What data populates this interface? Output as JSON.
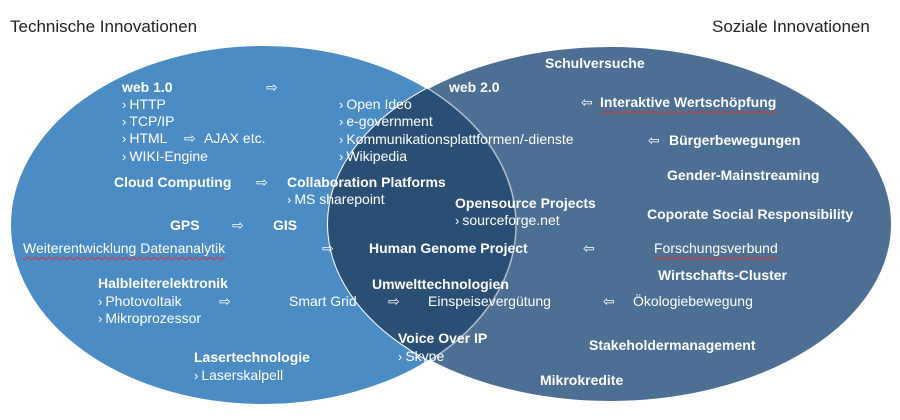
{
  "titles": {
    "left": "Technische Innovationen",
    "right": "Soziale Innovationen"
  },
  "colors": {
    "left_circle": "#4b8cc4",
    "right_circle": "#4c6f94",
    "overlap": "#2a4f74",
    "text": "#ffffff",
    "squiggle": "#d8332b"
  },
  "arrow_glyphs": {
    "right": "⇨",
    "left": "⇦"
  },
  "left": {
    "web10": {
      "heading": "web 1.0",
      "items": [
        "HTTP",
        "TCP/IP",
        "HTML",
        "AJAX etc.",
        "WIKI-Engine"
      ]
    },
    "cloud": "Cloud Computing",
    "gps": "GPS",
    "datenanalytik": "Weiterentwicklung Datenanalytik",
    "halbleiter": {
      "heading": "Halbleiterelektronik",
      "items": [
        "Photovoltaik",
        "Mikroprozessor"
      ]
    },
    "laser": {
      "heading": "Lasertechnologie",
      "items": [
        "Laserskalpell"
      ]
    }
  },
  "center": {
    "web20": {
      "heading": "web 2.0",
      "items": [
        "Open Ideo",
        "e-government",
        "Kommunikationsplattformen/-dienste",
        "Wikipedia"
      ]
    },
    "collab": {
      "heading": "Collaboration Platforms",
      "items": [
        "MS sharepoint"
      ]
    },
    "opensource": {
      "heading": "Opensource Projects",
      "items": [
        "sourceforge.net"
      ]
    },
    "gis": "GIS",
    "genome": "Human Genome Project",
    "umwelt": "Umwelttechnologien",
    "smartgrid": "Smart Grid",
    "einspeise": "Einspeisevergütung",
    "voip": {
      "heading": "Voice Over IP",
      "items": [
        "Skype"
      ]
    }
  },
  "right": {
    "schulversuche": "Schulversuche",
    "wertschoepfung": "Interaktive Wertschöpfung",
    "buerger": "Bürgerbewegungen",
    "gender": "Gender-Mainstreaming",
    "csr": "Coporate Social Responsibility",
    "forschung": "Forschungsverbund",
    "cluster": "Wirtschafts-Cluster",
    "oekologie": "Ökologiebewegung",
    "stakeholder": "Stakeholdermanagement",
    "mikrokredite": "Mikrokredite"
  }
}
